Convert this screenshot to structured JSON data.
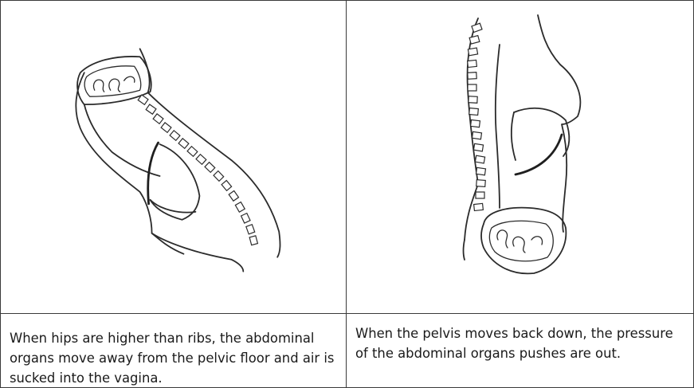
{
  "panels": [
    {
      "caption": "When hips are higher than ribs, the abdominal organs move away from the pelvic floor and air is sucked into the vagina."
    },
    {
      "caption": "When the pelvis moves back down, the pressure of the abdominal organs pushes are out."
    }
  ],
  "icons": {
    "left": "inverted-torso-illustration",
    "right": "upright-torso-illustration"
  }
}
